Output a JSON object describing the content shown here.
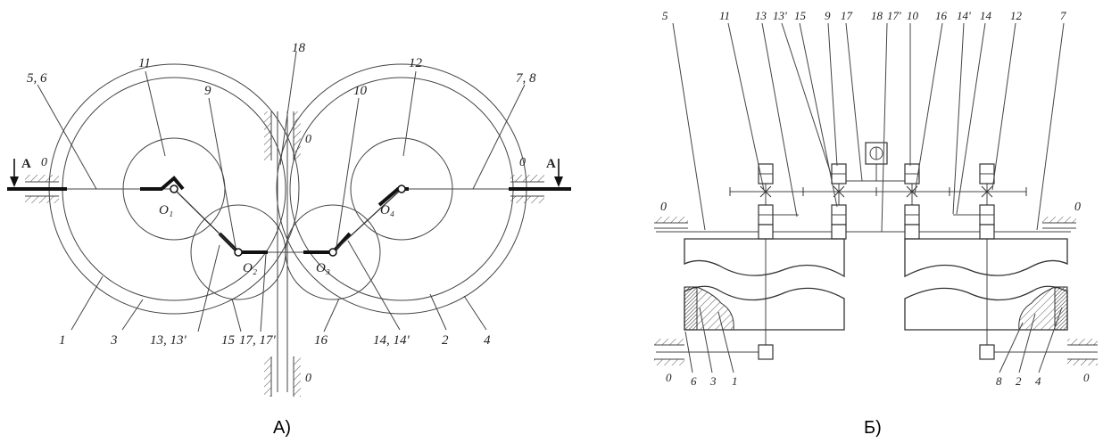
{
  "captions": {
    "a": "А)",
    "b": "Б)"
  },
  "view_a": {
    "labels": {
      "l56": "5, 6",
      "l78": "7, 8",
      "l11": "11",
      "l9": "9",
      "l18": "18",
      "l10": "10",
      "l12": "12",
      "l0a": "0",
      "l0b": "0",
      "l0c": "0",
      "l0d": "0",
      "lA1": "A",
      "lA2": "A",
      "lO1": "O₁",
      "lO2": "O₂",
      "lO3": "O₃",
      "lO4": "O₄",
      "l1": "1",
      "l3": "3",
      "l1313": "13, 13'",
      "l15": "15",
      "l1717": "17, 17'",
      "l16": "16",
      "l1414": "14, 14'",
      "l2": "2",
      "l4": "4"
    }
  },
  "view_b": {
    "top_labels": [
      "5",
      "11",
      "13",
      "13'",
      "15",
      "9",
      "17",
      "18",
      "17'",
      "10",
      "16",
      "14'",
      "14",
      "12",
      "7"
    ],
    "labels": {
      "l0l": "0",
      "l0r": "0",
      "l0bl": "0",
      "l0br": "0",
      "l6": "6",
      "l3": "3",
      "l1": "1",
      "l8": "8",
      "l2": "2",
      "l4": "4"
    }
  }
}
